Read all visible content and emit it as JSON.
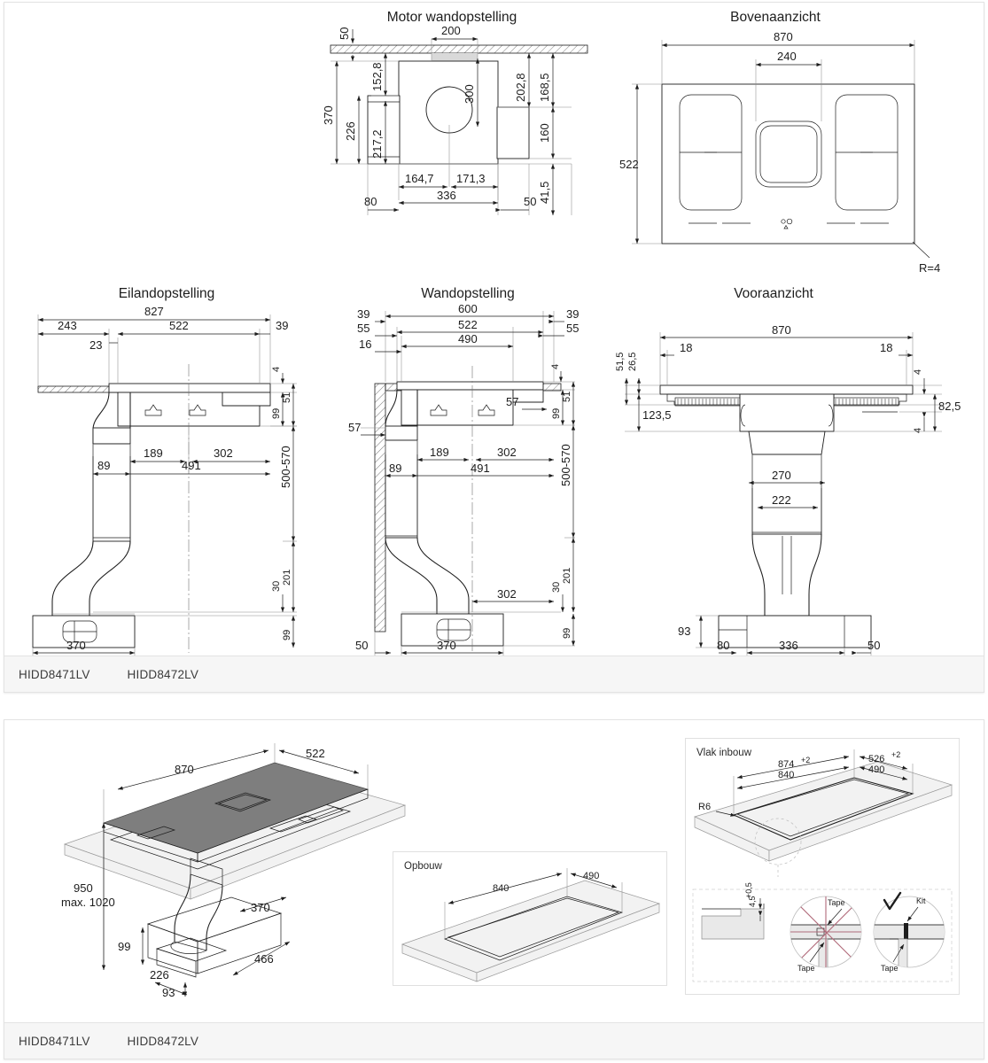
{
  "page": {
    "footer_models": [
      "HIDD8471LV",
      "HIDD8472LV"
    ]
  },
  "views": {
    "motor_wall": {
      "title": "Motor wandopstelling",
      "dims": [
        "50",
        "200",
        "152,8",
        "300",
        "202,8",
        "168,5",
        "370",
        "226",
        "217,2",
        "160",
        "164,7",
        "171,3",
        "41,5",
        "80",
        "336",
        "50"
      ]
    },
    "top_view": {
      "title": "Bovenaanzicht",
      "dims": [
        "870",
        "240",
        "522",
        "R=4"
      ]
    },
    "island": {
      "title": "Eilandopstelling",
      "dims": [
        "827",
        "243",
        "522",
        "39",
        "23",
        "4",
        "51",
        "99",
        "189",
        "302",
        "89",
        "491",
        "500-570",
        "30",
        "201",
        "99",
        "370"
      ]
    },
    "wall": {
      "title": "Wandopstelling",
      "dims": [
        "600",
        "522",
        "490",
        "39",
        "39",
        "55",
        "55",
        "16",
        "4",
        "51",
        "99",
        "57",
        "57",
        "189",
        "302",
        "89",
        "491",
        "500-570",
        "302",
        "30",
        "201",
        "99",
        "50",
        "370"
      ]
    },
    "front": {
      "title": "Vooraanzicht",
      "dims": [
        "870",
        "18",
        "18",
        "51,5",
        "26,5",
        "4",
        "82,5",
        "4",
        "123,5",
        "270",
        "222",
        "93",
        "80",
        "336",
        "50"
      ]
    },
    "iso": {
      "dims": [
        "870",
        "522",
        "950",
        "max. 1020",
        "370",
        "99",
        "466",
        "226",
        "93"
      ]
    },
    "opbouw": {
      "label": "Opbouw",
      "dims": [
        "840",
        "490"
      ]
    },
    "vlak_inbouw": {
      "label": "Vlak inbouw",
      "dims": [
        "874",
        "+2",
        "526",
        "+2",
        "840",
        "490",
        "R6",
        "4,5",
        "+0,5"
      ],
      "detail_labels": [
        "Tape",
        "Tape",
        "Tape",
        "Kit"
      ],
      "check_glyph": "✓"
    }
  },
  "colors": {
    "ink": "#1d1d1d",
    "ext_line": "#8b8b8b",
    "panel_light": "#f2f2f2",
    "panel_grey": "#e9e9e9",
    "panel_dark": "#7e7e7e",
    "footer_bg": "#f6f6f6",
    "card_border": "#e3e3e3",
    "detail_red": "#b06a7a"
  }
}
